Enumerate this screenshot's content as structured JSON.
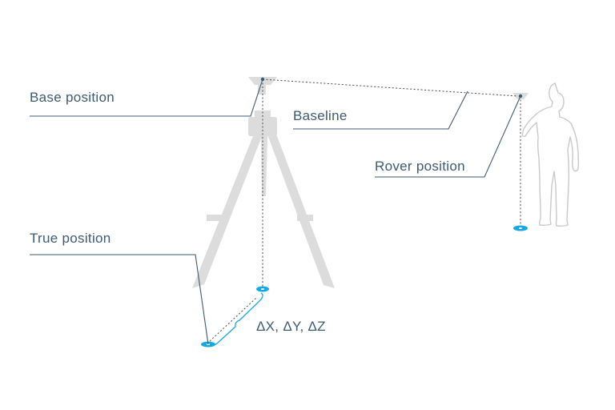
{
  "labels": {
    "base_position": "Base position",
    "baseline": "Baseline",
    "rover_position": "Rover position",
    "true_position": "True position",
    "offset": "ΔX, ΔY, ΔZ"
  },
  "colors": {
    "text": "#3d5a73",
    "marker": "#19a8e0",
    "equipment": "#dcdcdc",
    "figure_outline": "#c9c9c9"
  }
}
